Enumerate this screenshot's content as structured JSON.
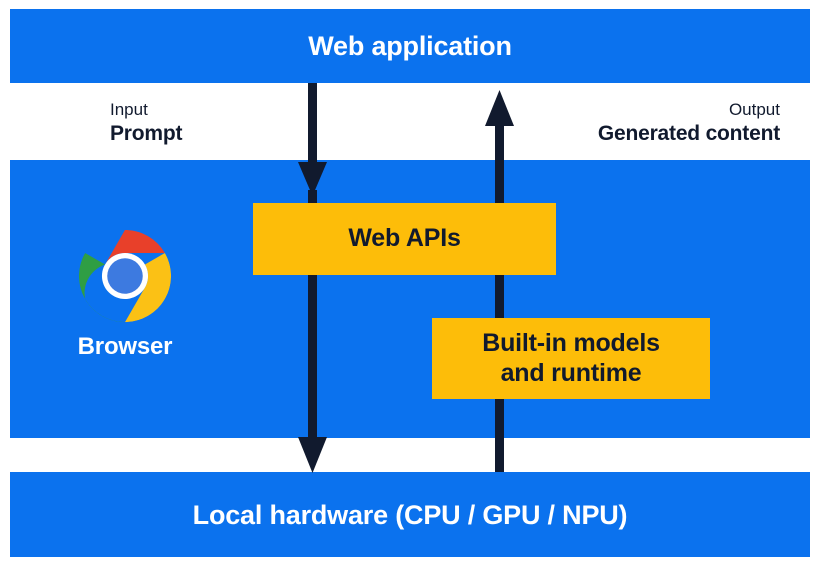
{
  "diagram": {
    "title": "Web application",
    "bands": [
      {
        "id": "web-application",
        "label": "Web application"
      },
      {
        "id": "browser",
        "label": "Browser"
      },
      {
        "id": "local-hardware",
        "label": "Local hardware (CPU / GPU / NPU)"
      }
    ],
    "browser": {
      "icon_name": "chrome-logo-icon",
      "label": "Browser"
    },
    "boxes": [
      {
        "id": "web-apis",
        "label": "Web APIs"
      },
      {
        "id": "builtin-models",
        "line1": "Built-in models",
        "line2": "and runtime"
      }
    ],
    "flows": [
      {
        "id": "input",
        "kind": "Input",
        "value": "Prompt",
        "direction": "down"
      },
      {
        "id": "output",
        "kind": "Output",
        "value": "Generated content",
        "direction": "up"
      }
    ],
    "colors": {
      "band_blue": "#0b72ee",
      "box_yellow": "#fdbd09",
      "arrow_navy": "#111a2e",
      "band_text": "#ffffff",
      "box_text": "#111a2e",
      "label_text": "#111a2e",
      "chrome_red": "#e8402a",
      "chrome_yellow": "#fbc115",
      "chrome_green": "#2f9e44",
      "chrome_blue": "#3d7ae0",
      "chrome_white": "#ffffff"
    }
  }
}
